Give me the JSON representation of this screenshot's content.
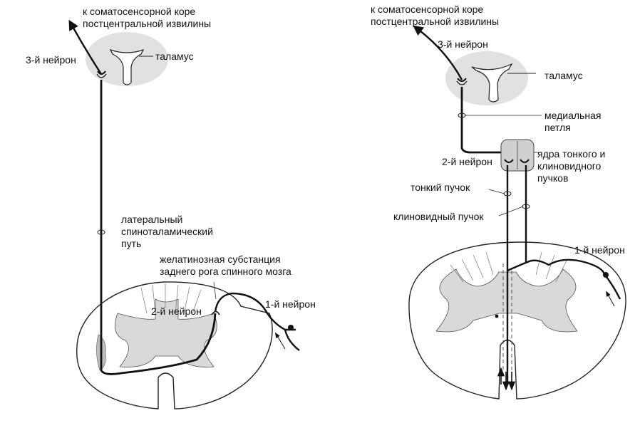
{
  "left": {
    "cortex": "к соматосенсорной коре\nпостцентральной извилины",
    "neuron3": "3-й нейрон",
    "thalamus": "таламус",
    "tract": "латеральный\nспиноталамический\nпуть",
    "gelatinosa": "желатинозная субстанция\nзаднего рога спинного мозга",
    "neuron2": "2-й нейрон",
    "neuron1": "1-й нейрон"
  },
  "right": {
    "cortex": "к соматосенсорной коре\nпостцентральной извилины",
    "neuron3": "3-й нейрон",
    "thalamus": "таламус",
    "lemniscus": "медиальная\nпетля",
    "nuclei": "ядра тонкого и\nклиновидного\nпучков",
    "neuron2": "2-й нейрон",
    "gracile": "тонкий пучок",
    "cuneate": "клиновидный пучок",
    "neuron1": "1-й нейрон"
  }
}
